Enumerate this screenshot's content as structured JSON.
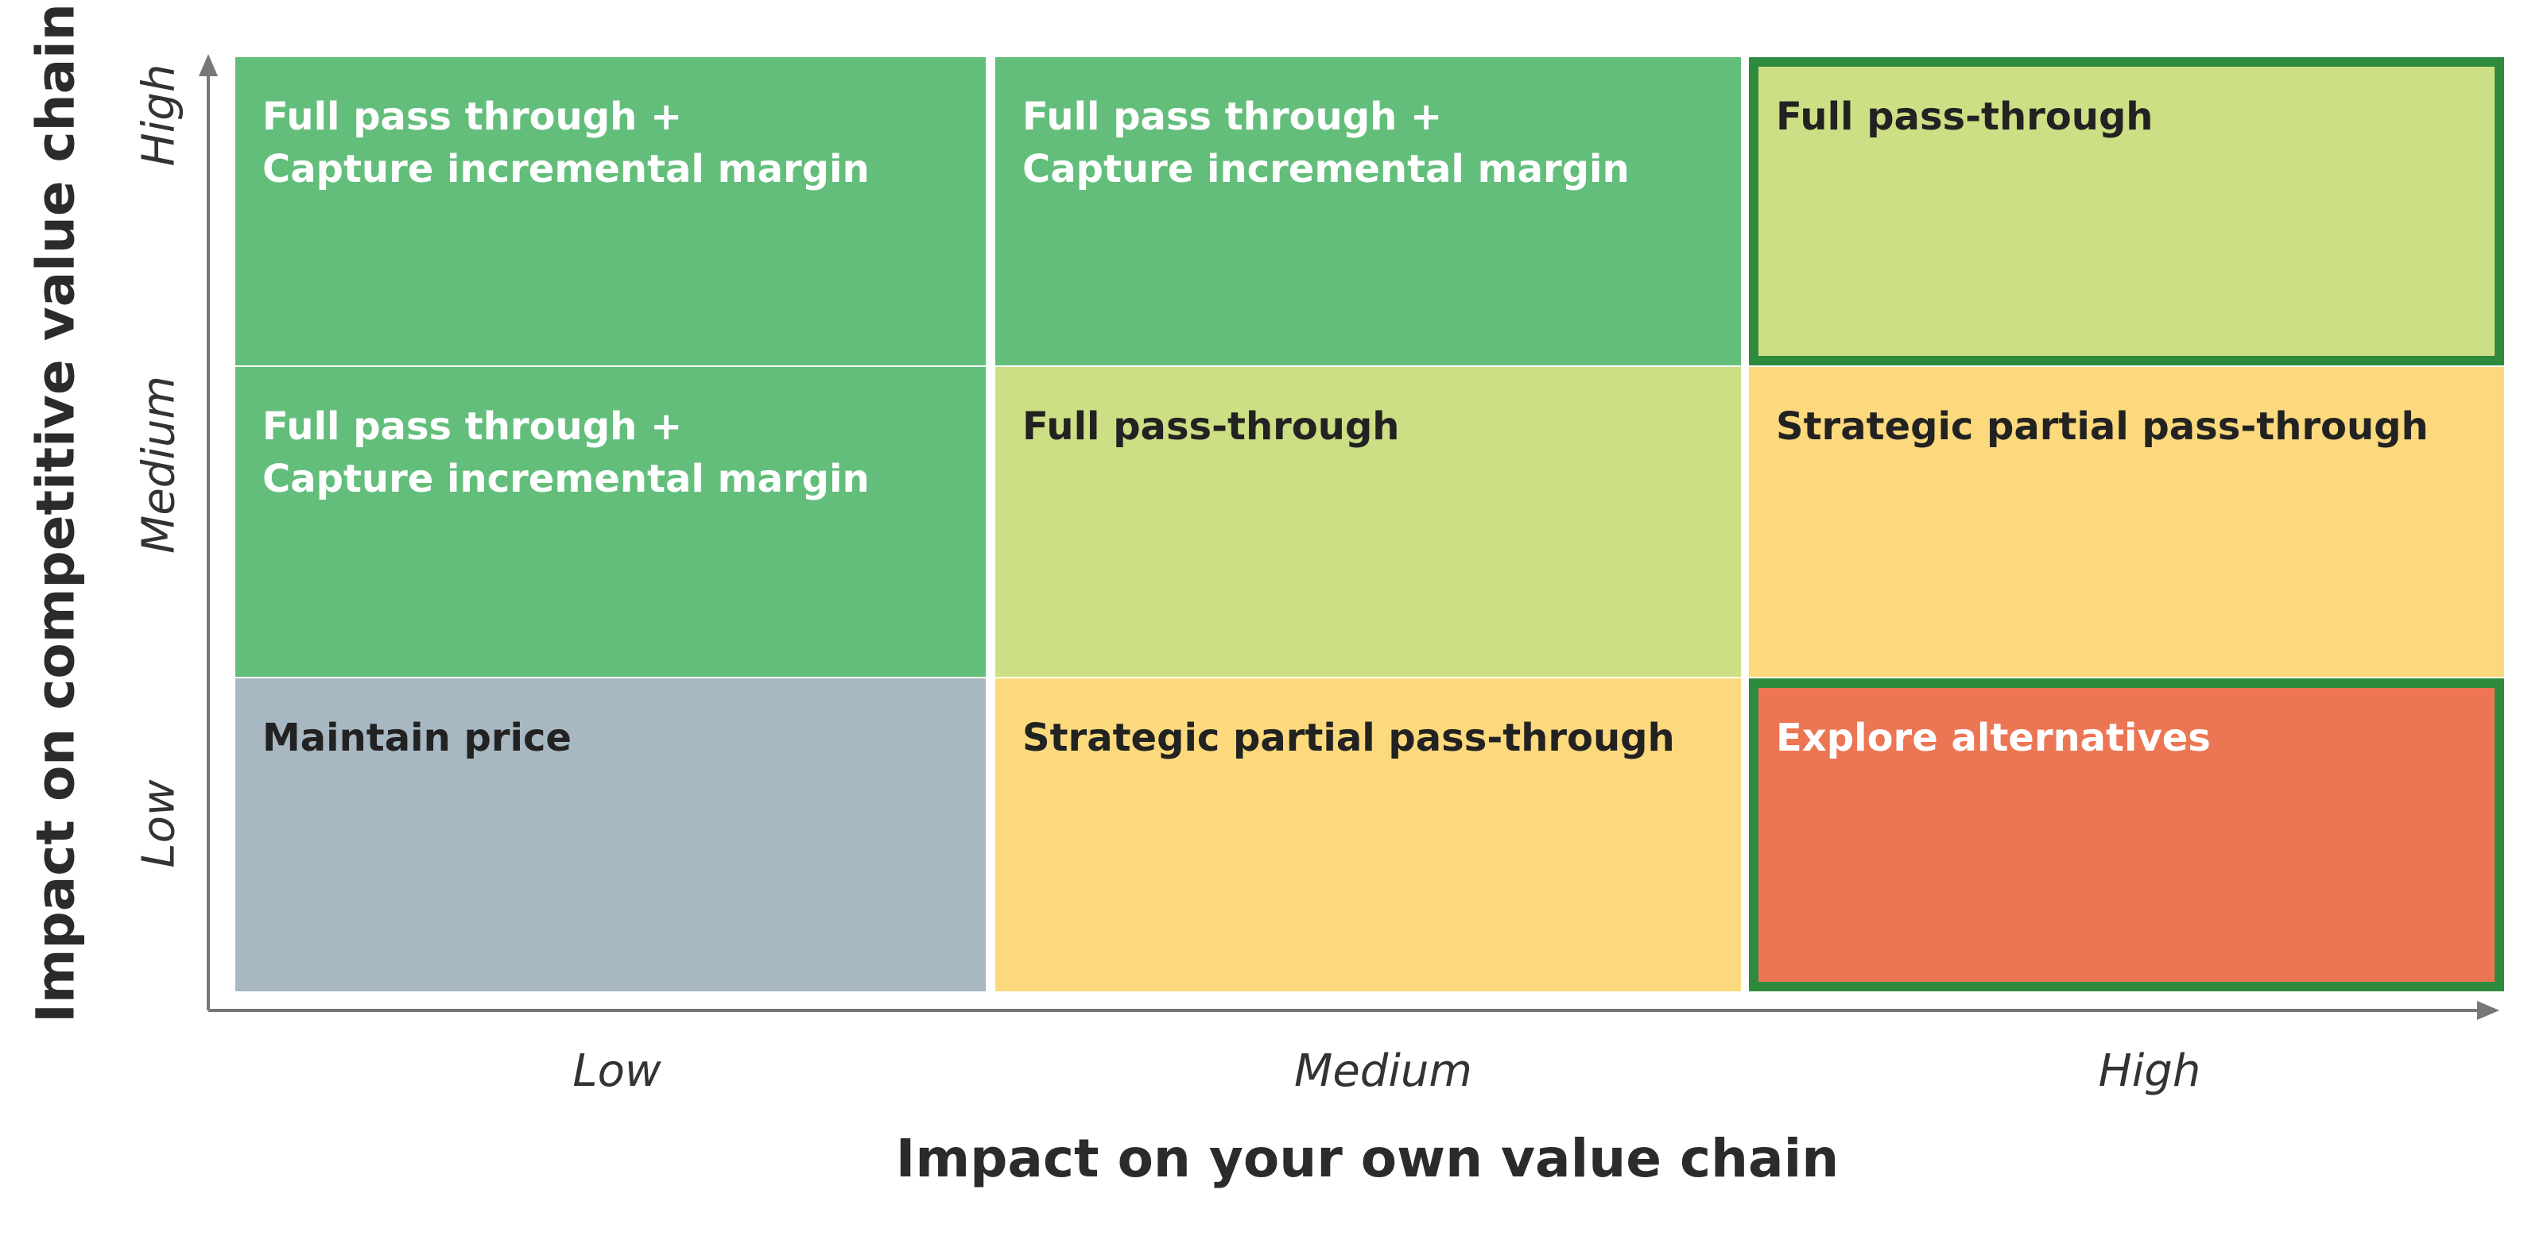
{
  "axes": {
    "x_title": "Impact on your own value chain",
    "y_title": "Impact on competitive value chain",
    "x_ticks": [
      "Low",
      "Medium",
      "High"
    ],
    "y_ticks": [
      "High",
      "Medium",
      "Low"
    ]
  },
  "grid": [
    [
      {
        "lines": [
          "Full pass through +",
          "Capture incremental margin"
        ],
        "fill": "#63be7b",
        "text_color": "#ffffff",
        "highlighted": false
      },
      {
        "lines": [
          "Full pass through +",
          "Capture incremental margin"
        ],
        "fill": "#63be7b",
        "text_color": "#ffffff",
        "highlighted": false
      },
      {
        "lines": [
          "Full pass-through"
        ],
        "fill": "#cddf84",
        "text_color": "#222222",
        "highlighted": true
      }
    ],
    [
      {
        "lines": [
          "Full pass through +",
          "Capture incremental margin"
        ],
        "fill": "#63be7b",
        "text_color": "#ffffff",
        "highlighted": false
      },
      {
        "lines": [
          "Full pass-through"
        ],
        "fill": "#cddf84",
        "text_color": "#222222",
        "highlighted": false
      },
      {
        "lines": [
          "Strategic partial pass-through"
        ],
        "fill": "#fbd97c",
        "text_color": "#222222",
        "highlighted": false
      }
    ],
    [
      {
        "lines": [
          "Maintain price"
        ],
        "fill": "#a8b8c2",
        "text_color": "#222222",
        "highlighted": false
      },
      {
        "lines": [
          "Strategic partial pass-through"
        ],
        "fill": "#fbd97c",
        "text_color": "#222222",
        "highlighted": false
      },
      {
        "lines": [
          "Explore alternatives"
        ],
        "fill": "#ec7653",
        "text_color": "#ffffff",
        "highlighted": true
      }
    ]
  ],
  "colors": {
    "axis": "#777777",
    "highlight_border": "#2e8b3e"
  }
}
